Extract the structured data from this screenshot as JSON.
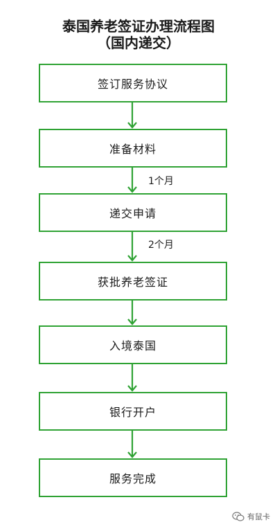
{
  "title": {
    "main": "泰国养老签证办理流程图",
    "sub": "（国内递交）"
  },
  "steps": [
    "签订服务协议",
    "准备材料",
    "递交申请",
    "获批养老签证",
    "入境泰国",
    "银行开户",
    "服务完成"
  ],
  "arrow_labels": {
    "step2_to_step3": "1个月",
    "step3_to_step4": "2个月"
  },
  "watermark": {
    "text": "有鼠卡",
    "icon": "wechat-icon"
  },
  "colors": {
    "accent": "#2ea233",
    "text": "#1a1a1a"
  }
}
